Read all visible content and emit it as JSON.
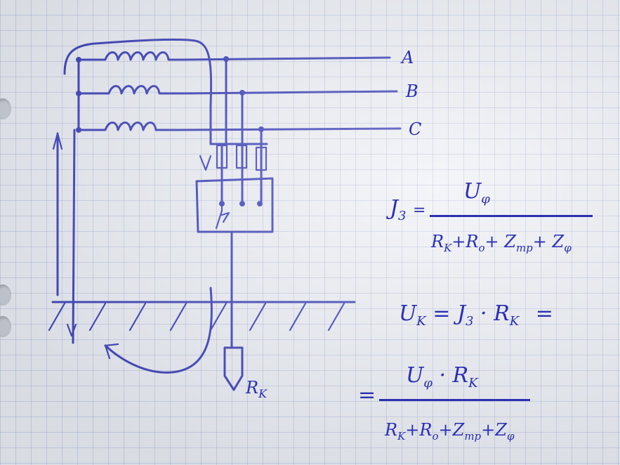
{
  "phases": [
    "A",
    "B",
    "C"
  ],
  "ground_resistor_label": "R",
  "ground_resistor_sub": "K",
  "formula1": {
    "lhs": "J",
    "lhs_sub": "3",
    "eq": "=",
    "numerator": "U",
    "numerator_sub": "φ",
    "denominator": "R",
    "den_sub_k": "K",
    "den_rest": "+R",
    "den_sub_o": "o",
    "den_rest2": "+ Z",
    "den_sub_tp": "тр",
    "den_rest3": "+ Z",
    "den_sub_phi": "φ"
  },
  "formula2": {
    "lhs": "U",
    "lhs_sub": "K",
    "eq": "=",
    "mid": "J",
    "mid_sub": "3",
    "dot": "·",
    "r": "R",
    "r_sub": "K",
    "eq2": "="
  },
  "formula3": {
    "eq": "=",
    "numerator": "U",
    "num_sub": "φ",
    "num_dot": "· R",
    "num_sub_k": "K",
    "denominator": "R",
    "den_sub_k": "K",
    "den_rest": "+R",
    "den_sub_o": "o",
    "den_rest2": "+Z",
    "den_sub_tp": "тр",
    "den_rest3": "+Z",
    "den_sub_phi": "φ"
  }
}
